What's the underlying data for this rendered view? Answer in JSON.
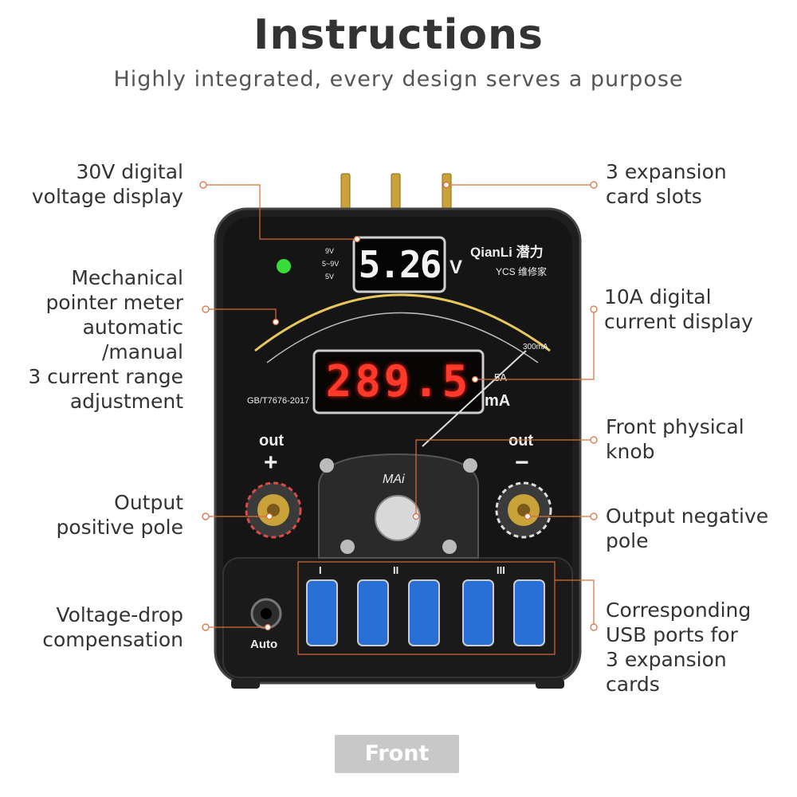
{
  "header": {
    "title": "Instructions",
    "subtitle": "Highly integrated, every design serves a purpose"
  },
  "labels": {
    "voltage_display": [
      "30V digital",
      "voltage display"
    ],
    "pointer_meter": [
      "Mechanical",
      "pointer meter",
      "automatic",
      "/manual",
      "3 current range",
      "adjustment"
    ],
    "output_positive": [
      "Output",
      "positive pole"
    ],
    "voltage_drop": [
      "Voltage-drop",
      "compensation"
    ],
    "expansion_slots": [
      "3 expansion",
      "card slots"
    ],
    "current_display": [
      "10A digital",
      "current display"
    ],
    "knob": [
      "Front physical",
      "knob"
    ],
    "output_negative": [
      "Output negative",
      "pole"
    ],
    "usb_ports": [
      "Corresponding",
      "USB ports for",
      "3 expansion",
      "cards"
    ]
  },
  "device": {
    "voltage_value": "5.26",
    "voltage_unit": "V",
    "current_value": "289.5",
    "current_unit": "mA",
    "brand": "QianLi 潜力",
    "cobrand": "YCS 维修家",
    "standard": "GB/T7676-2017",
    "out_positive": "out",
    "plus_sign": "+",
    "out_negative": "out",
    "minus_sign": "−",
    "auto_label": "Auto",
    "range_5a": "5A",
    "range_300ma": "300mA",
    "led_labels": [
      "9V",
      "5~9V",
      "5V"
    ],
    "usb_groups": [
      "I",
      "II",
      "III"
    ],
    "logo": "MAi"
  },
  "footer": {
    "view_label": "Front"
  },
  "colors": {
    "accent_line": "#d96a3a",
    "device_body": "#1b1b1b",
    "led_red": "#ff3a2a",
    "usb_blue": "#2a6fd6"
  }
}
